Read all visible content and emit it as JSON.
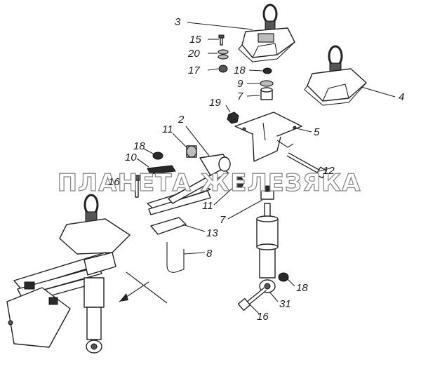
{
  "watermark": "ПЛАНЕТА ЖЕЛЕЗЯКА",
  "labels": {
    "l3": "3",
    "l15": "15",
    "l20": "20",
    "l17": "17",
    "l18a": "18",
    "l9": "9",
    "l7a": "7",
    "l4": "4",
    "l19": "19",
    "l2": "2",
    "l5": "5",
    "l11a": "11",
    "l18b": "18",
    "l10": "10",
    "l12": "12",
    "l16a": "16",
    "l11b": "11",
    "l7b": "7",
    "l13": "13",
    "l8": "8",
    "l18c": "18",
    "l31": "31",
    "l16b": "16"
  }
}
